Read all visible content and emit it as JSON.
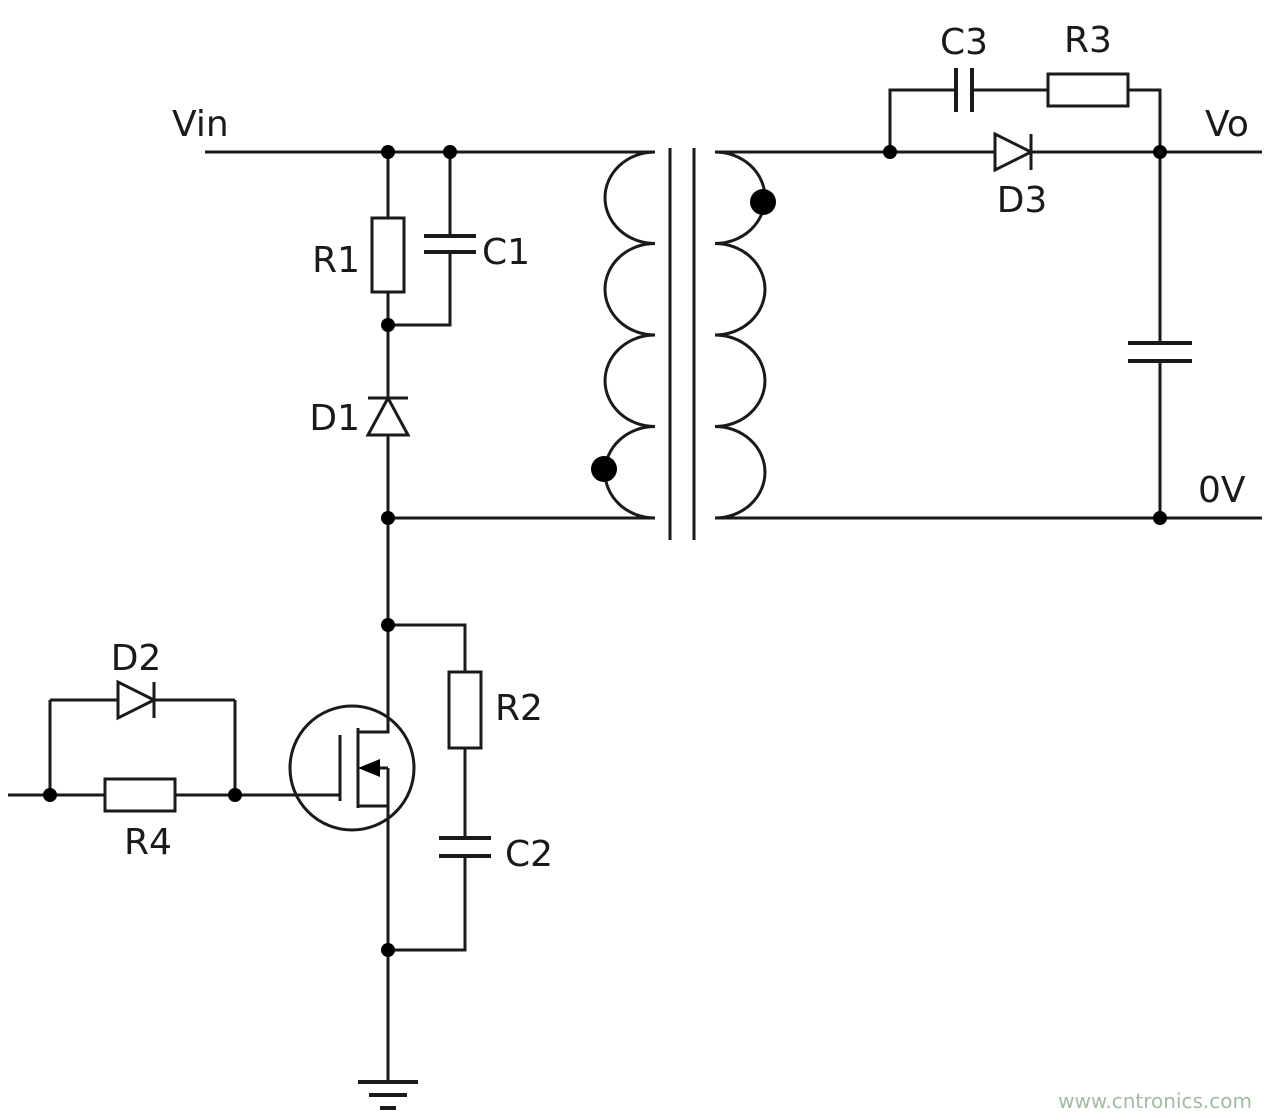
{
  "diagram": {
    "kind": "circuit-schematic",
    "labels": {
      "vin": "Vin",
      "vo": "Vo",
      "zero_v": "0V",
      "r1": "R1",
      "r2": "R2",
      "r3": "R3",
      "r4": "R4",
      "c1": "C1",
      "c2": "C2",
      "c3": "C3",
      "d1": "D1",
      "d2": "D2",
      "d3": "D3"
    },
    "components": [
      {
        "ref": "R1",
        "kind": "resistor"
      },
      {
        "ref": "R2",
        "kind": "resistor"
      },
      {
        "ref": "R3",
        "kind": "resistor"
      },
      {
        "ref": "R4",
        "kind": "resistor"
      },
      {
        "ref": "C1",
        "kind": "capacitor"
      },
      {
        "ref": "C2",
        "kind": "capacitor"
      },
      {
        "ref": "C3",
        "kind": "capacitor"
      },
      {
        "ref": "D1",
        "kind": "diode"
      },
      {
        "ref": "D2",
        "kind": "diode"
      },
      {
        "ref": "D3",
        "kind": "diode"
      },
      {
        "ref": "",
        "kind": "transformer-with-polarity-dots"
      },
      {
        "ref": "",
        "kind": "n-channel-mosfet"
      },
      {
        "ref": "",
        "kind": "output-capacitor"
      },
      {
        "ref": "",
        "kind": "ground"
      }
    ],
    "colors": {
      "line": "#1a1a1a",
      "background": "#ffffff",
      "watermark": "#a3bba3"
    }
  },
  "watermark": "www.cntronics.com"
}
